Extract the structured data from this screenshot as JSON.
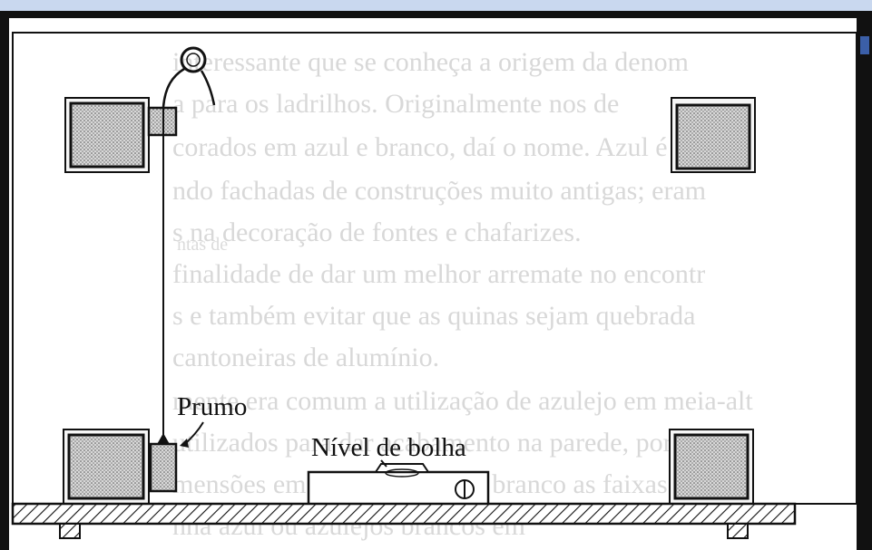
{
  "labels": {
    "plumb": "Prumo",
    "level": "Nível de bolha"
  },
  "background_text": {
    "lines": [
      "interessante que se conheça a origem da denom",
      "a para os ladrilhos. Originalmente nos de",
      "corados em azul e branco, daí o nome. Azul é p",
      "ndo fachadas de construções muito antigas; eram",
      "s na decoração de fontes e chafarizes.",
      "finalidade de dar um melhor arremate no encontr",
      "s e também evitar que as quinas sejam quebrada",
      "cantoneiras de alumínio.",
      "mente era comum a utilização de azulejo em meia-alt",
      "utilizados para dar acabamento na parede, por",
      "mensões em meio azulejo de branco as faixas em",
      "nha azul ou azulejos brancos em"
    ],
    "margin_note": "ntas de"
  },
  "colors": {
    "top_band": "#c9d8ef",
    "ink": "#111111"
  }
}
